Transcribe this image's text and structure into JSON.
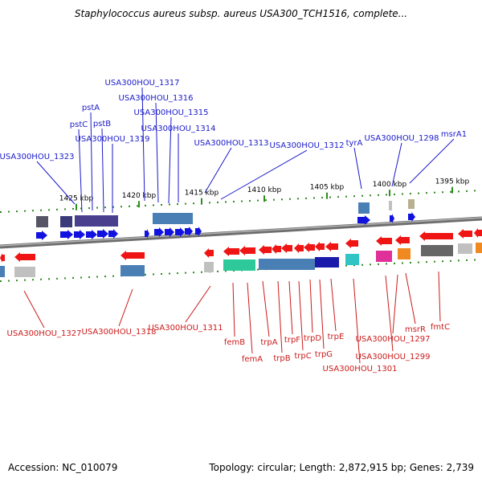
{
  "title": "Staphylococcus aureus subsp. aureus USA300_TCH1516, complete...",
  "footer": {
    "accession": "Accession: NC_010079",
    "summary": "Topology: circular; Length: 2,872,915 bp; Genes: 2,739"
  },
  "colors": {
    "forward_label": "#1a1acc",
    "reverse_label": "#cc1a1a",
    "backbone": "#808080",
    "tick": "#2e8b1e"
  },
  "scale_labels": [
    "1425 kbp",
    "1420 kbp",
    "1415 kbp",
    "1410 kbp",
    "1405 kbp",
    "1400 kbp",
    "1395 kbp"
  ],
  "forward_genes": [
    "USA300HOU_1317",
    "USA300HOU_1316",
    "USA300HOU_1315",
    "pstA",
    "USA300HOU_1314",
    "pstC",
    "pstB",
    "USA300HOU_1319",
    "USA300HOU_1313",
    "USA300HOU_1312",
    "tyrA",
    "USA300HOU_1298",
    "msrA1",
    "USA300HOU_1323"
  ],
  "reverse_genes": [
    "USA300HOU_1327",
    "USA300HOU_1318",
    "USA300HOU_1311",
    "femB",
    "femA",
    "trpA",
    "trpB",
    "trpF",
    "trpC",
    "trpD",
    "trpG",
    "trpE",
    "USA300HOU_1301",
    "USA300HOU_1299",
    "USA300HOU_1297",
    "msrR",
    "fmtC"
  ]
}
